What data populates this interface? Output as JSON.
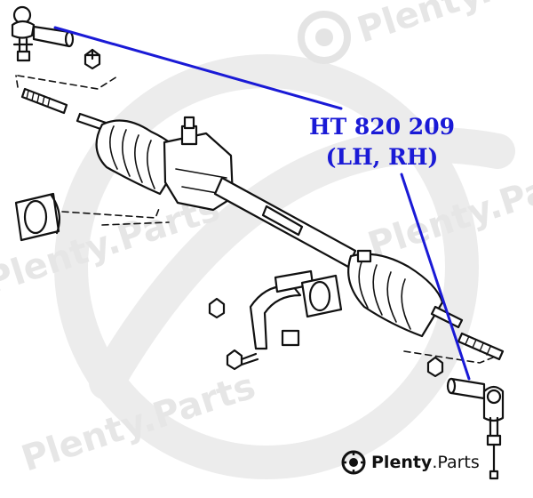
{
  "part_label": {
    "line1": "HT 820 209",
    "line2": "(LH, RH)"
  },
  "brand": {
    "name_bold": "Plenty",
    "name_suffix": ".Parts",
    "icon": "plenty-parts-logo-icon"
  },
  "watermark": {
    "text": "Plenty.Parts"
  },
  "colors": {
    "leader_line": "#1a1ad6",
    "label_text": "#1a1ad6",
    "drawing": "#111111",
    "watermark": "#e6e6e6"
  }
}
